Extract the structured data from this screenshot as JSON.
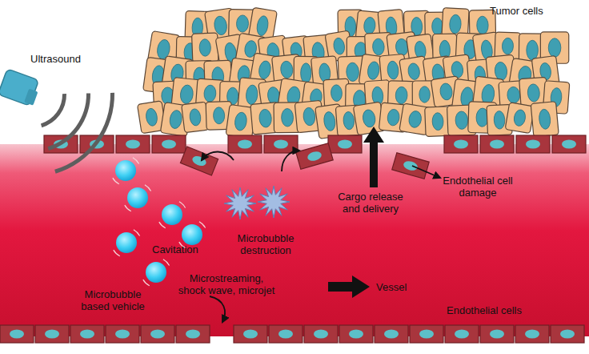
{
  "diagram": {
    "labels": [
      "Tumor cells",
      "Ultrasound",
      "Cavitation",
      "Microbubble destruction",
      "Microbubble based vehicle",
      "Microstreaming, shock wave, microjet",
      "Cargo release and delivery",
      "Endothelial cell damage",
      "Vessel",
      "Endothelial cells"
    ]
  }
}
